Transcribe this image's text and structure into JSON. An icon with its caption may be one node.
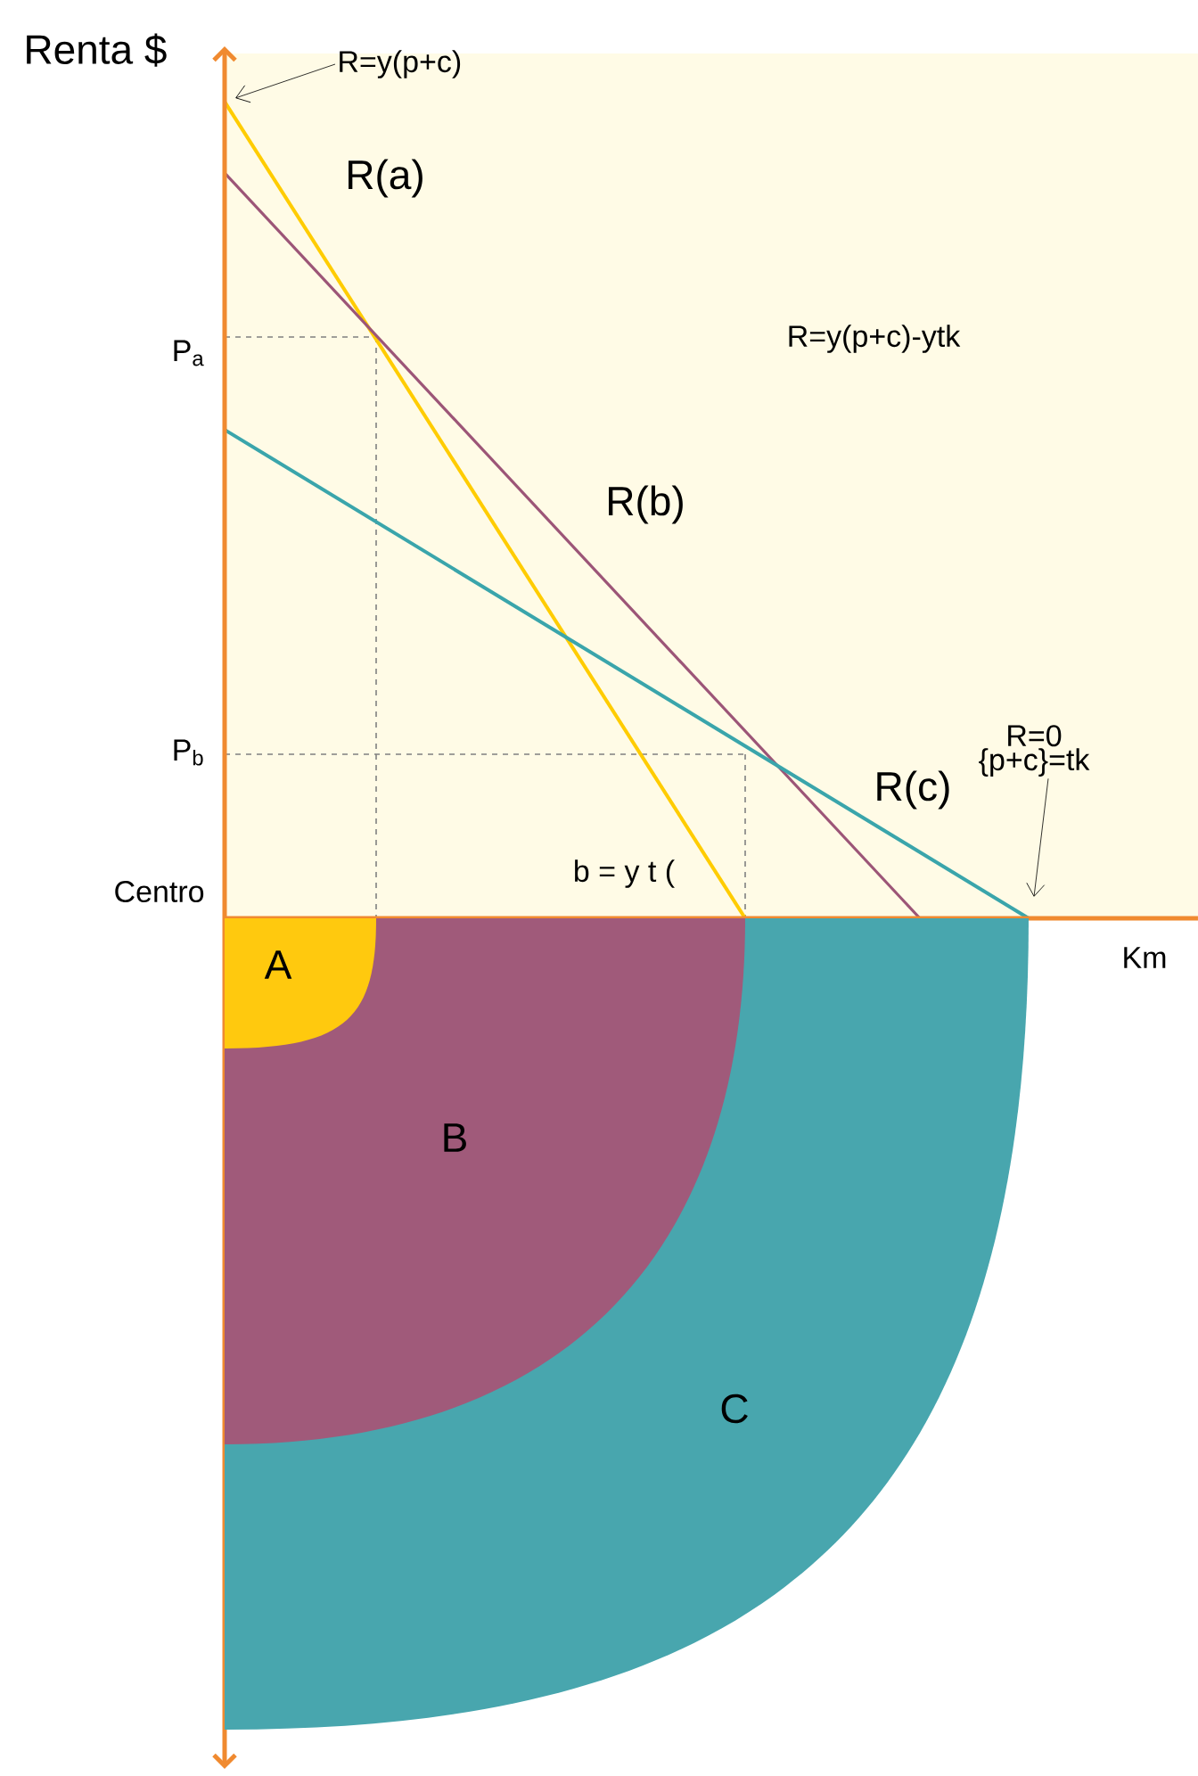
{
  "diagram": {
    "nodes": [
      {
        "text": [
          "R=y(p+c)"
        ]
      },
      {
        "text": [
          "R=0 {p+c}=tk"
        ]
      },
      {
        "text": [
          "A"
        ],
        "in": 3
      },
      {
        "text": [
          "B"
        ],
        "in": 4
      },
      {
        "text": [
          "C"
        ]
      }
    ],
    "edges": [
      {
        "from": 0,
        "to": null,
        "arrow": "to"
      },
      {
        "from": 1,
        "to": null,
        "arrow": "to"
      }
    ],
    "labels": [
      "Renta $",
      "R(a)",
      "P$_{a}$",
      "R=y(p+c)-ytk",
      "R(b)",
      "P$_{b}$",
      "R(c)",
      "Centro",
      "b = y t (",
      "Km"
    ]
  }
}
